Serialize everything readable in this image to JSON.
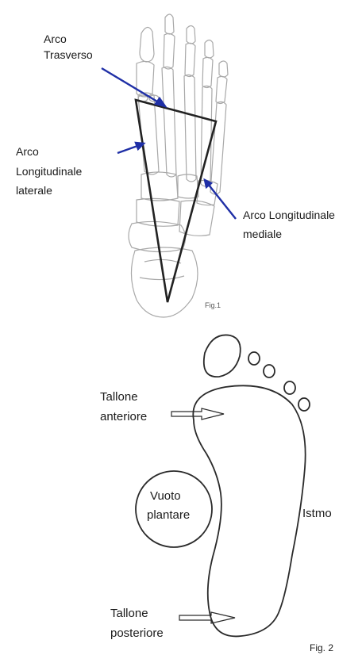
{
  "fig1": {
    "labels": {
      "arco_trasverso_1": "Arco",
      "arco_trasverso_2": "Trasverso",
      "arco_long_lat_1": "Arco",
      "arco_long_lat_2": "Longitudinale",
      "arco_long_lat_3": "laterale",
      "arco_long_med_1": "Arco Longitudinale",
      "arco_long_med_2": "mediale"
    },
    "caption": "Fig.1"
  },
  "fig2": {
    "labels": {
      "tallone_ant_1": "Tallone",
      "tallone_ant_2": "anteriore",
      "vuoto_1": "Vuoto",
      "vuoto_2": "plantare",
      "istmo": "Istmo",
      "tallone_post_1": "Tallone",
      "tallone_post_2": "posteriore"
    },
    "caption": "Fig. 2"
  },
  "colors": {
    "arrow_blue": "#1f2fa6",
    "line_dark": "#222222",
    "bone_gray": "#9a9a9a"
  }
}
